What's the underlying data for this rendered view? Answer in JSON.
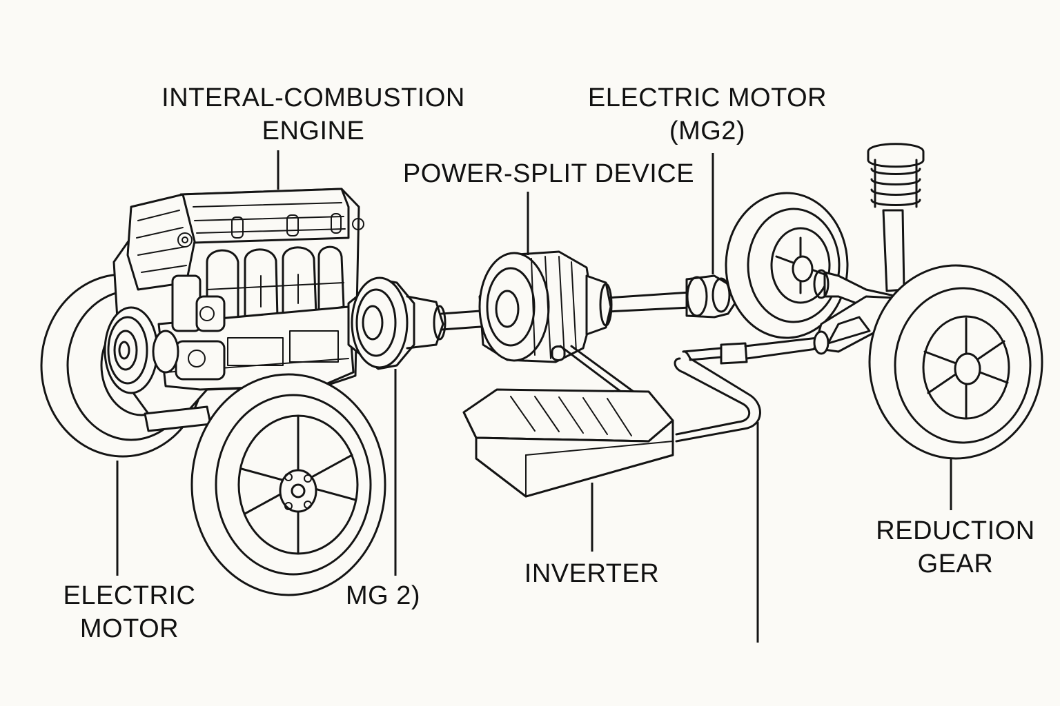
{
  "labels": {
    "engine": [
      "INTERAL-COMBUSTION",
      "ENGINE"
    ],
    "electric_motor_mg2": [
      "ELECTRIC MOTOR",
      "(MG2)"
    ],
    "power_split": "POWER-SPLIT DEVICE",
    "electric_motor": [
      "ELECTRIC",
      "MOTOR"
    ],
    "mg2": "MG 2)",
    "inverter": "INVERTER",
    "reduction_gear": [
      "REDUCTION",
      "GEAR"
    ]
  },
  "colors": {
    "background": "#fbfaf6",
    "ink": "#141414"
  }
}
